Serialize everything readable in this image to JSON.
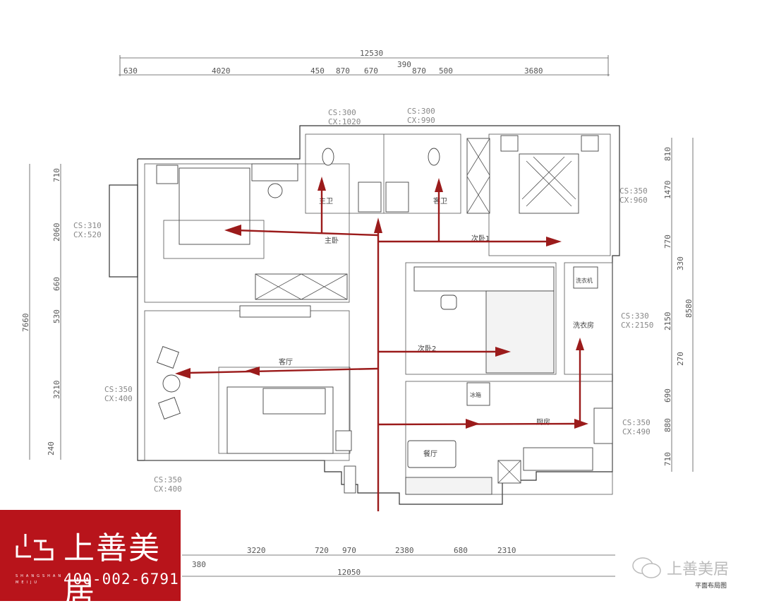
{
  "title": "平面布局图",
  "dimensions": {
    "top_total": "12530",
    "top_segments": [
      "630",
      "4020",
      "450",
      "870",
      "670",
      "390",
      "870",
      "500",
      "3680"
    ],
    "bottom_total": "12050",
    "bottom_segments": [
      "380",
      "3220",
      "720",
      "970",
      "2380",
      "680",
      "2310"
    ],
    "left_total": "7660",
    "left_segments": [
      "710",
      "2060",
      "660",
      "530",
      "3210",
      "240"
    ],
    "right_total": "8580",
    "right_segments": [
      "810",
      "1470",
      "770",
      "330",
      "2150",
      "270",
      "690",
      "880",
      "710"
    ]
  },
  "windows": [
    {
      "cs": "CS:300",
      "cx": "CX:1020"
    },
    {
      "cs": "CS:300",
      "cx": "CX:990"
    },
    {
      "cs": "CS:310",
      "cx": "CX:520"
    },
    {
      "cs": "CS:350",
      "cx": "CX:960"
    },
    {
      "cs": "CS:330",
      "cx": "CX:2150"
    },
    {
      "cs": "CS:350",
      "cx": "CX:400"
    },
    {
      "cs": "CS:350",
      "cx": "CX:490"
    },
    {
      "cs": "CS:350",
      "cx": "CX:400"
    }
  ],
  "rooms": {
    "master_bedroom": "主卧",
    "master_bath": "主卫",
    "guest_bath": "客卫",
    "second_bedroom_1": "次卧1",
    "second_bedroom_2": "次卧2",
    "laundry": "洗衣房",
    "washer": "洗衣机",
    "living_room": "客厅",
    "dining_room": "餐厅",
    "kitchen": "厨房",
    "fridge": "冰箱"
  },
  "brand": {
    "name": "上善美居",
    "phone": "400-002-6791",
    "pinyin_line1": "SHANGSHAN",
    "pinyin_line2": "MEIJU",
    "color": "#b8141b"
  },
  "watermark": {
    "name": "上善美居",
    "caption": "平面布局图"
  },
  "route_color": "#9b1b1b"
}
